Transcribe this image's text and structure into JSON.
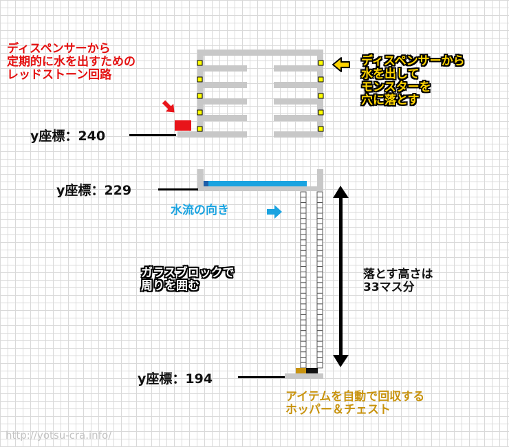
{
  "labels": {
    "dispenser_redstone": [
      "ディスペンサーから",
      "定期的に水を出すための",
      "レッドストーン回路"
    ],
    "dispenser_water": [
      "ディスペンサーから",
      "水を出して",
      "モンスターを",
      "穴に落とす"
    ],
    "water_flow": "水流の向き",
    "glass_surround": [
      "ガラスブロックで",
      "周りを囲む"
    ],
    "drop_height": [
      "落とす高さは",
      "33マス分"
    ],
    "hopper_chest": [
      "アイテムを自動で回収する",
      "ホッパー＆チェスト"
    ]
  },
  "coords": {
    "y240": "y座標：240",
    "y229": "y座標：229",
    "y194": "y座標：194"
  },
  "watermark": "http://yotsu-cra.info/",
  "colors": {
    "structure": "#c8c8c8",
    "dispenser": "#ffff00",
    "redstone": "#e8141a",
    "water": "#1aa3e0",
    "glass": "#ffffff",
    "hopper": "#c8930e",
    "chest": "#111111"
  },
  "icons": [
    "arrow-left-icon",
    "arrow-down-right-icon",
    "arrow-right-icon",
    "double-arrow-vertical-icon"
  ]
}
